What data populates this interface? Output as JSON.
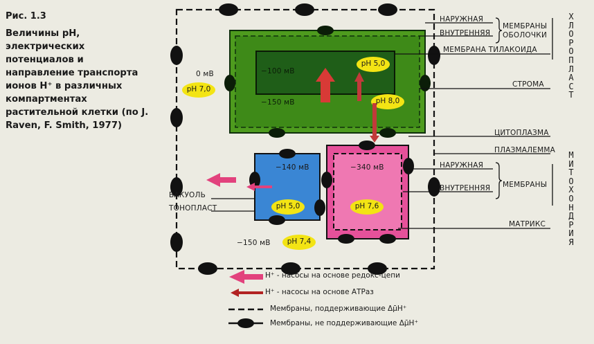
{
  "caption": {
    "figure": "Рис. 1.3",
    "text": "Величины pH, электрических потенциалов и направление транспорта ионов H⁺ в различных компартментах растительной клетки (по J. Raven, F. Smith, 1977)"
  },
  "cell": {
    "potential": "0 мВ",
    "ph": "pH 7,0",
    "cytoplasm_potential": "−150 мВ",
    "cytoplasm_ph": "pH 7,4"
  },
  "chloroplast": {
    "thylakoid_potential": "−100 мВ",
    "thylakoid_ph": "pH 5,0",
    "stroma_potential": "−150 мВ",
    "stroma_ph": "pH 8,0"
  },
  "vacuole": {
    "potential": "−140 мВ",
    "ph": "pH 5,0"
  },
  "mitochondrion": {
    "potential": "−340 мВ",
    "ph": "pH 7,6"
  },
  "labels": {
    "outer_top": "НАРУЖНАЯ",
    "inner_top": "ВНУТРЕННЯЯ",
    "envelope_membranes": "МЕМБРАНЫ ОБОЛОЧКИ",
    "thylakoid_membrane": "МЕМБРАНА ТИЛАКОИДА",
    "stroma": "СТРОМА",
    "cytoplasm": "ЦИТОПЛАЗМА",
    "plasmalemma": "ПЛАЗМАЛЕММА",
    "outer_mito": "НАРУЖНАЯ",
    "membranes": "МЕМБРАНЫ",
    "inner_mito": "ВНУТРЕННЯЯ",
    "matrix": "МАТРИКС",
    "vacuole": "ВАКУОЛЬ",
    "tonoplast": "ТОНОПЛАСТ",
    "chloroplast_vertical": "ХЛОРОПЛАСТ",
    "mitochondria_vertical": "МИТОХОНДРИЯ"
  },
  "legend": [
    {
      "text": "H⁺ - насосы на основе редокс-цепи",
      "icon": "thick-arrow-icon"
    },
    {
      "text": "H⁺ - насосы на основе АТРаз",
      "icon": "thin-arrow-icon"
    },
    {
      "text": "Мембраны, поддерживающие Δμ̄H⁺",
      "icon": "dashed-membrane-icon"
    },
    {
      "text": "Мембраны, не поддерживающие Δμ̄H⁺",
      "icon": "bumped-membrane-icon"
    }
  ],
  "colors": {
    "chloroplast_outer": "#4e9b1e",
    "chloroplast_inner": "#1f5e18",
    "vacuole": "#3a86d4",
    "mitochondrion": "#e6519a",
    "mito_matrix": "#ef78b2",
    "ellipse": "#f3e414",
    "arrow_thick": "#d83a36",
    "arrow_thin": "#c23a3a",
    "arrow_mito": "#e2427d"
  }
}
